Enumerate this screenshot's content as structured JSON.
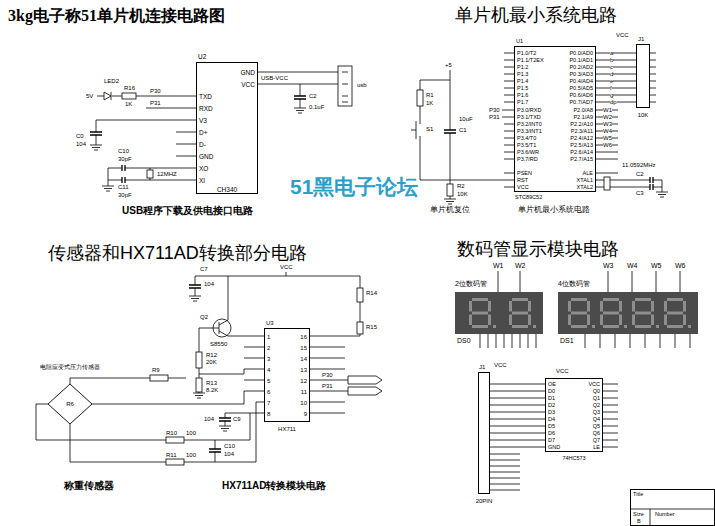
{
  "diagram": {
    "title": "3kg电子称51单片机连接电路图",
    "nodes": [
      {
        "text": [
          "U2",
          "CH340",
          "TXD",
          "RXD",
          "V3",
          "D+",
          "D-",
          "GND",
          "XO",
          "XI",
          "GND",
          "VCC"
        ]
      },
      {
        "text": [
          "U1",
          "STC89C52",
          "P1.0/T2",
          "P1.1/T2EX",
          "P1.2",
          "P1.3",
          "P1.4",
          "P1.5",
          "P1.6",
          "P1.7",
          "P3.0/RXD",
          "P3.1/TXD",
          "P3.2/INT0",
          "P3.3/INT1",
          "P3.4/T0",
          "P3.5/T1",
          "P3.6/WR",
          "P3.7/RD",
          "PSEN",
          "RST",
          "VCC",
          "P0.0/AD0",
          "P0.1/AD1",
          "P0.2/AD2",
          "P0.3/AD3",
          "P0.4/AD4",
          "P0.5/AD5",
          "P0.6/AD6",
          "P0.7/AD7",
          "P2.0/A8",
          "P2.1/A9",
          "P2.2/A10",
          "P2.3/A11",
          "P2.4/A12",
          "P2.5/A13",
          "P2.6/A14",
          "P2.7/A15",
          "ALE",
          "XTAL1",
          "XTAL2"
        ]
      },
      {
        "text": [
          "J1",
          "10K"
        ]
      },
      {
        "text": [
          "R6"
        ]
      },
      {
        "text": [
          "U3",
          "HX711",
          "1",
          "2",
          "3",
          "4",
          "5",
          "6",
          "7",
          "8",
          "16",
          "15",
          "14",
          "13",
          "12",
          "11",
          "10",
          "9"
        ]
      },
      {
        "text": [
          "2位数码管",
          "DS0"
        ]
      },
      {
        "text": [
          "4位数码管",
          "DS1"
        ]
      },
      {
        "text": [
          "J1",
          "20PIN"
        ]
      },
      {
        "text": [
          "74HC573",
          "OE",
          "D0",
          "D1",
          "D2",
          "D3",
          "D4",
          "D5",
          "D6",
          "D7",
          "GND",
          "VCC",
          "Q0",
          "Q1",
          "Q2",
          "Q3",
          "Q4",
          "Q5",
          "Q6",
          "Q7",
          "LE"
        ]
      },
      {
        "text": [
          "Title",
          "Size",
          "Number",
          "B"
        ]
      }
    ],
    "edges": [
      {
        "from": 1,
        "to": 2,
        "arrow": "none"
      },
      {
        "from": 3,
        "to": 4,
        "arrow": "none"
      },
      {
        "from": 8,
        "to": 7,
        "arrow": "none"
      }
    ],
    "labels": [
      "单片机最小系统电路",
      "USB程序下载及供电接口电路",
      "51黑电子论坛",
      "单片机复位",
      "单片机最小系统电路",
      "传感器和HX711AD转换部分电路",
      "数码管显示模块电路",
      "电阻应变式压力传感器",
      "称重传感器",
      "HX711AD转换模块电路",
      "LED2",
      "5V",
      "R16",
      "1K",
      "P30",
      "P31",
      "C0",
      "104",
      "C10",
      "30pF",
      "12MHZ",
      "C11",
      "30pF",
      "USB-VCC",
      "C2",
      "0.1uF",
      "usb",
      "+5",
      "R1",
      "1K",
      "S1",
      "10uF",
      "C1",
      "R2",
      "10K",
      "P30",
      "P31",
      "a",
      "b",
      "c",
      "d",
      "e",
      "f",
      "g",
      "dp",
      "W1",
      "W2",
      "W3",
      "W4",
      "W5",
      "W6",
      "VCC",
      "C2",
      "11.0592MHz",
      "C3",
      "C7",
      "104",
      "VCC",
      "R14",
      "R15",
      "Q2",
      "S8550",
      "R12",
      "20K",
      "R13",
      "8.2K",
      "R9",
      "C9",
      "104",
      "R10",
      "100",
      "R11",
      "100",
      "C10",
      "104",
      "P30",
      "P31",
      "W1",
      "W2",
      "W3",
      "W4",
      "W5",
      "W6",
      "VCC",
      "VCC"
    ]
  }
}
